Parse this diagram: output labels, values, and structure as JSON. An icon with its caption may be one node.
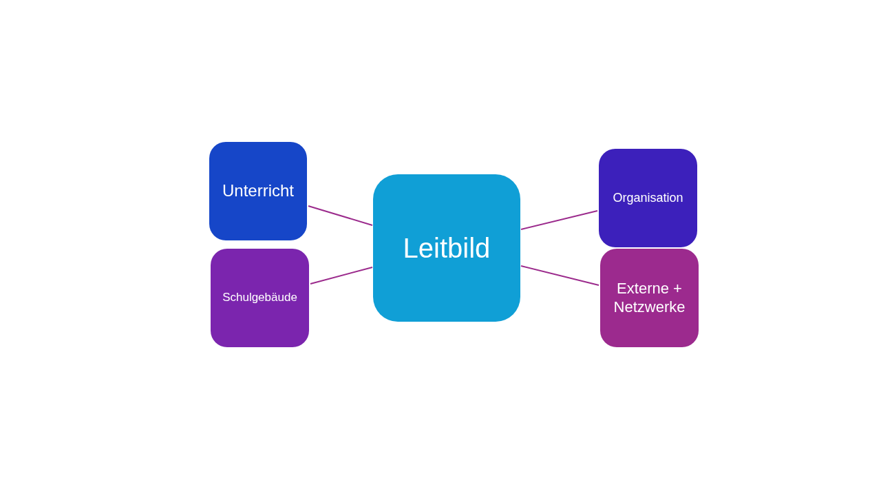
{
  "diagram": {
    "nodes": [
      {
        "text": [
          "Unterricht"
        ]
      },
      {
        "text": [
          "Schulgebäude"
        ]
      },
      {
        "text": [
          "Leitbild"
        ]
      },
      {
        "text": [
          "Organisation"
        ]
      },
      {
        "text": [
          "Externe + Netzwerke"
        ]
      }
    ],
    "edges": [
      {
        "from": 2,
        "to": 0,
        "arrow": "none"
      },
      {
        "from": 2,
        "to": 1,
        "arrow": "none"
      },
      {
        "from": 2,
        "to": 3,
        "arrow": "none"
      },
      {
        "from": 2,
        "to": 4,
        "arrow": "none"
      }
    ]
  }
}
